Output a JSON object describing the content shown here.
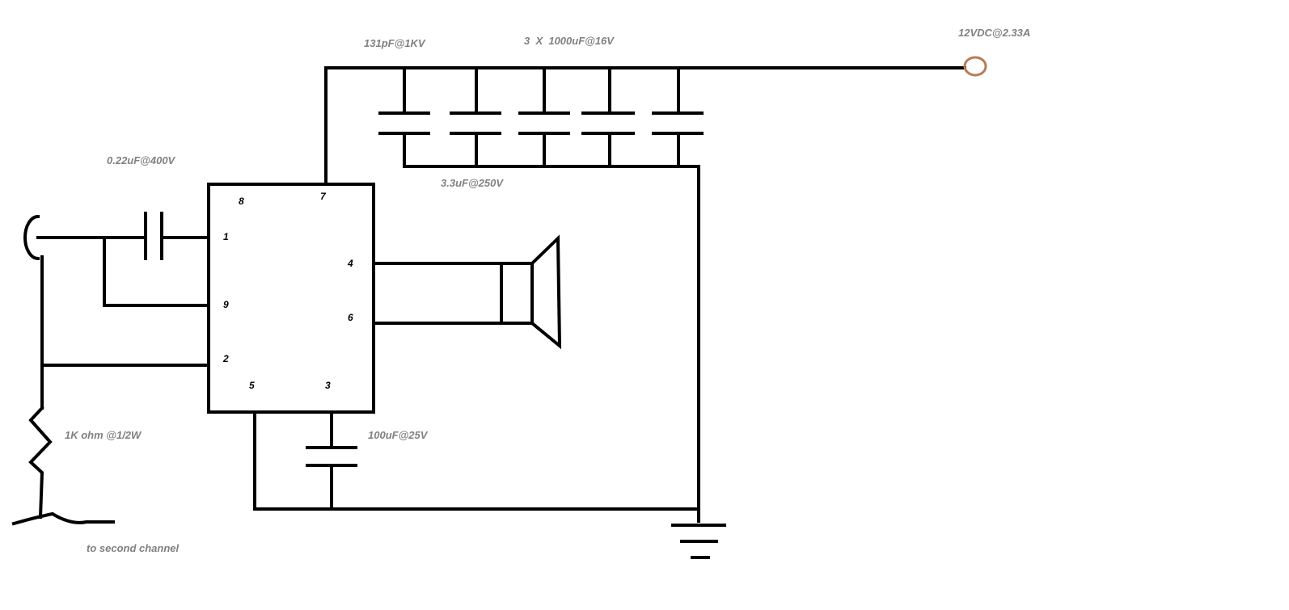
{
  "colors": {
    "wire": "#000000",
    "label": "#808080",
    "terminal": "#b97a57",
    "background": "#ffffff"
  },
  "labels": {
    "input_cap": "0.22uF@400V",
    "hv_cap": "131pF@1KV",
    "bulk_caps": "3  X  1000uF@16V",
    "film_cap": "3.3uF@250V",
    "supply": "12VDC@2.33A",
    "resistor": "1K ohm @1/2W",
    "bypass_cap": "100uF@25V",
    "second_channel": "to second channel"
  },
  "pins": {
    "p8": "8",
    "p7": "7",
    "p1": "1",
    "p9": "9",
    "p2": "2",
    "p4": "4",
    "p6": "6",
    "p5": "5",
    "p3": "3"
  }
}
